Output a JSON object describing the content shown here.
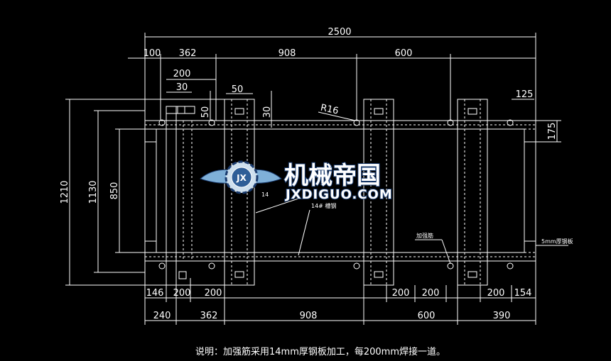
{
  "dimensions": {
    "total_width": "2500",
    "top_100": "100",
    "top_362": "362",
    "top_908": "908",
    "top_600": "600",
    "top_200": "200",
    "top_30_left": "30",
    "top_50": "50",
    "side_50": "50",
    "side_30": "30",
    "radius": "R16",
    "right_125": "125",
    "right_175": "175",
    "height_1210": "1210",
    "height_1130": "1130",
    "height_850": "850",
    "bottom_146": "146",
    "bottom_200_a": "200",
    "bottom_200_b": "200",
    "bottom_200_c": "200",
    "bottom_200_d": "200",
    "bottom_200_e": "200",
    "bottom_154": "154",
    "bottom_240": "240",
    "bottom_362": "362",
    "bottom_908": "908",
    "bottom_600": "600",
    "bottom_390": "390"
  },
  "labels": {
    "channel_steel": "14# 槽钢",
    "channel_short": "14",
    "rib": "加强筋",
    "plate": "5mm厚钢板"
  },
  "watermark": {
    "cn": "机械帝国",
    "en": "JXDIGUO.COM",
    "emblem": "JX"
  },
  "note": "说明：加强筋采用14mm厚钢板加工，每200mm焊接一道。"
}
